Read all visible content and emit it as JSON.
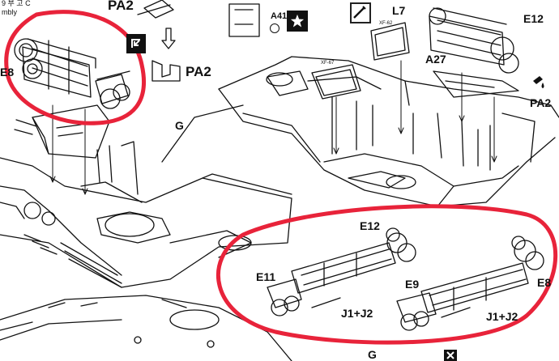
{
  "header": {
    "corner_text_1": "9 부 고 C",
    "corner_text_2": "mbly"
  },
  "labels": {
    "pa2_top": "PA2",
    "pa2_mid": "PA2",
    "pa2_right": "PA2",
    "a41": "A41",
    "l7": "L7",
    "xf62": "XF-62",
    "xf67": "XF-67",
    "e12_top": "E12",
    "a27": "A27",
    "e8_top": "E8",
    "g_mid": "G",
    "g_bottom": "G",
    "e12_bottom": "E12",
    "e11": "E11",
    "j1j2_left": "J1+J2",
    "e9": "E9",
    "e8_right": "E8",
    "j1j2_right": "J1+J2"
  },
  "colors": {
    "line": "#111111",
    "highlight": "#e8233a",
    "paper": "#ffffff"
  },
  "icons": {
    "cut_from_sprue": "cut-sprue-icon",
    "star_decal": "star-decal-icon",
    "brush_paint": "paint-brush-icon",
    "paint_drop": "paint-drop-icon",
    "arrow_down": "arrow-down-icon",
    "decal_sheet": "decal-sheet-icon",
    "next_step": "next-step-icon"
  }
}
